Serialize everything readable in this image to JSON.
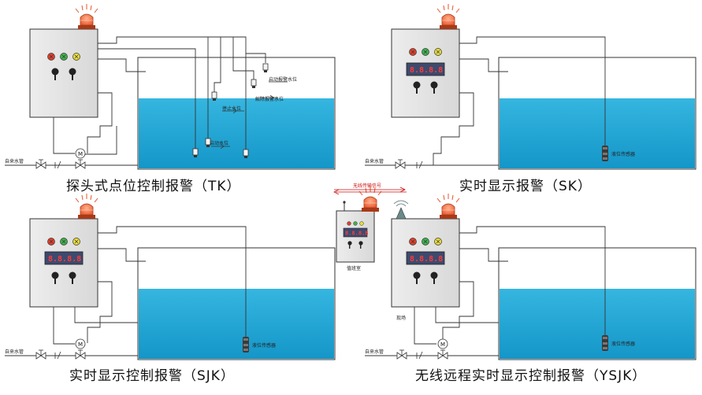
{
  "captions": {
    "tk": "探头式点位控制报警（TK）",
    "sk": "实时显示报警（SK）",
    "sjk": "实时显示控制报警（SJK）",
    "ysjk": "无线远程实时显示控制报警（YSJK）"
  },
  "labels": {
    "tap_water": "自来水管",
    "pump_start_level": "启动水位",
    "pump_stop_level": "停止水位",
    "start_alarm_level": "启动报警水位",
    "release_alarm_level": "解除报警水位",
    "level_sensor": "液位传感器",
    "duty_room": "值班室",
    "site": "现场",
    "wireless_signal": "无线传输信号"
  },
  "panels": {
    "sk_display": "8.8.8.8",
    "sjk_display": "8.8.8.8",
    "ysjk_display": "8.8.8.8",
    "duty_display": "8.8.8.8"
  },
  "colors": {
    "water": "#1aa6d4",
    "cabinet": "#e4e4e4",
    "beacon": "#e8542a",
    "lamp_red": "#e0402a",
    "lamp_green": "#3cb34a",
    "lamp_yellow": "#e8dc3a",
    "display": "#3d4a6e"
  }
}
